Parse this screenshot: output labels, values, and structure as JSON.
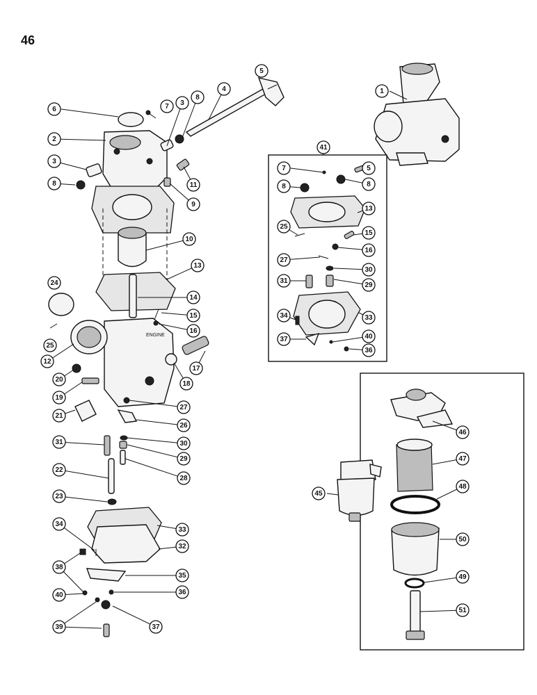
{
  "page": {
    "number": "46"
  },
  "callouts": {
    "main": [
      "1",
      "2",
      "3",
      "3",
      "4",
      "5",
      "6",
      "7",
      "8",
      "8",
      "9",
      "10",
      "11",
      "12",
      "13",
      "14",
      "15",
      "16",
      "17",
      "18",
      "19",
      "20",
      "21",
      "22",
      "23",
      "24",
      "25",
      "26",
      "27",
      "28",
      "29",
      "30",
      "31",
      "32",
      "33",
      "34",
      "35",
      "36",
      "37",
      "38",
      "39",
      "40"
    ],
    "kit": [
      "41",
      "7",
      "5",
      "8",
      "8",
      "13",
      "25",
      "15",
      "16",
      "27",
      "30",
      "31",
      "29",
      "34",
      "33",
      "37",
      "40",
      "36"
    ],
    "filter": [
      "45",
      "46",
      "47",
      "48",
      "50",
      "49",
      "51"
    ]
  },
  "part_labels": {
    "body_stamp": "ENGINE"
  }
}
